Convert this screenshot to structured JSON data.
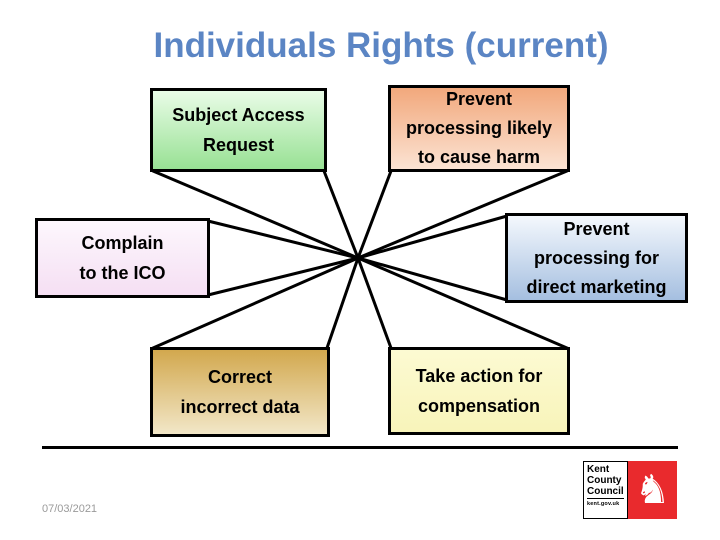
{
  "title": {
    "text": "Individuals Rights (current)",
    "color": "#5b85c4"
  },
  "diagram": {
    "line_color": "#000000",
    "boxes": [
      {
        "name": "subject-access-request",
        "lines": [
          "Subject Access",
          "Request"
        ],
        "fill_top": "#e9fce7",
        "fill_bottom": "#98e194"
      },
      {
        "name": "prevent-processing-harm",
        "lines": [
          "Prevent",
          "processing likely",
          "to cause harm"
        ],
        "fill_top": "#f2a87c",
        "fill_bottom": "#fbe3d3"
      },
      {
        "name": "complain-to-ico",
        "lines": [
          "Complain",
          "to the ICO"
        ],
        "fill_top": "#fdf7fd",
        "fill_bottom": "#f5dff3"
      },
      {
        "name": "prevent-direct-marketing",
        "lines": [
          "Prevent",
          "processing for",
          "direct marketing"
        ],
        "fill_top": "#f4f8fd",
        "fill_bottom": "#a5bfe0"
      },
      {
        "name": "correct-incorrect-data",
        "lines": [
          "Correct",
          "incorrect data"
        ],
        "fill_top": "#d2a84e",
        "fill_bottom": "#f2e7c8"
      },
      {
        "name": "take-action-compensation",
        "lines": [
          "Take action for",
          "compensation"
        ],
        "fill_top": "#fcfad2",
        "fill_bottom": "#f8f4ba"
      }
    ]
  },
  "footer": {
    "date": "07/03/2021",
    "logo": {
      "line1": "Kent",
      "line2": "County",
      "line3": "Council",
      "url": "kent.gov.uk",
      "red": "#e92a2d",
      "horse_glyph": "♞"
    }
  }
}
